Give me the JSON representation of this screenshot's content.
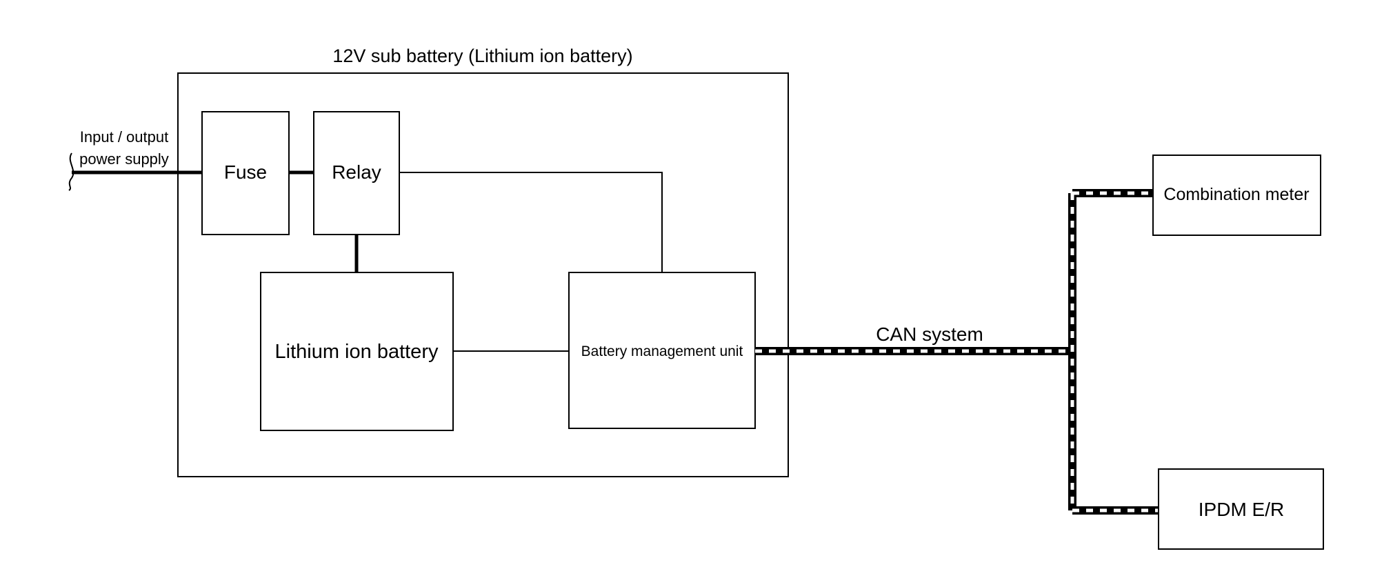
{
  "outer_title": "12V sub battery (Lithium ion battery)",
  "io_label": {
    "line1": "Input / output",
    "line2": "power supply"
  },
  "blocks": {
    "fuse": "Fuse",
    "relay": "Relay",
    "lithium": "Lithium ion battery",
    "bmu": "Battery management unit",
    "combination_meter": "Combination meter",
    "ipdm": "IPDM E/R"
  },
  "can_label": "CAN system"
}
